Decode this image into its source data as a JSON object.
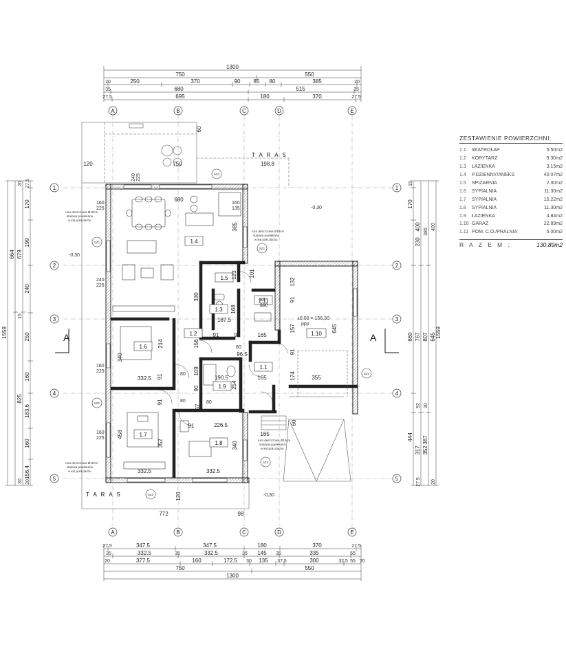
{
  "legend": {
    "title": "zestawienie powierzchni:",
    "rooms": [
      {
        "num": "1.1",
        "name": "wiatrołap",
        "area": "5.50m2"
      },
      {
        "num": "1.2",
        "name": "korytarz",
        "area": "9.30m2"
      },
      {
        "num": "1.3",
        "name": "łazienka",
        "area": "3.15m2"
      },
      {
        "num": "1.4",
        "name": "p.dzienny/aneks",
        "area": "40.07m2"
      },
      {
        "num": "1.5",
        "name": "spiżarnia",
        "area": "2.30m2"
      },
      {
        "num": "1.6",
        "name": "sypialnia",
        "area": "11.30m2"
      },
      {
        "num": "1.7",
        "name": "sypialnia",
        "area": "15.22m2"
      },
      {
        "num": "1.8",
        "name": "sypialnia",
        "area": "11.30m2"
      },
      {
        "num": "1.9",
        "name": "łazienka",
        "area": "4.84m2"
      },
      {
        "num": "1.10",
        "name": "garaż",
        "area": "22.89m2"
      },
      {
        "num": "1.11",
        "name": "pom. c.o./pralnia",
        "area": "5.00m2"
      }
    ],
    "total_label": "R A Z E M :",
    "total_value": "130.89m2"
  },
  "axes": {
    "columns": [
      "A",
      "B",
      "C",
      "D",
      "E"
    ],
    "rows": [
      "1",
      "2",
      "3",
      "4",
      "5"
    ]
  },
  "top_dims": {
    "row1": [
      "1300"
    ],
    "row2": [
      "750",
      "550"
    ],
    "row3": [
      "20",
      "250",
      "370",
      "90",
      "85",
      "80",
      "385",
      "20"
    ],
    "row4": [
      "35",
      "680",
      "515",
      "35"
    ],
    "row5": [
      "27.5",
      "695",
      "180",
      "370",
      "27.5"
    ]
  },
  "bottom_dims": {
    "row1": [
      "27.5",
      "347.5",
      "347.5",
      "180",
      "370",
      "27.5"
    ],
    "row2": [
      "35",
      "332.5",
      "35",
      "332.5",
      "35",
      "145",
      "35",
      "335",
      "55"
    ],
    "row3": [
      "20",
      "377.5",
      "160",
      "172.5",
      "30",
      "135",
      "37.5",
      "300",
      "32.5",
      "55",
      "20"
    ],
    "row4": [
      "750",
      "550"
    ],
    "row5": [
      "1300"
    ]
  },
  "left_dims": {
    "outer": [
      "1559"
    ],
    "col2": [
      "664",
      "679",
      "825"
    ],
    "col3": [
      "170",
      "199",
      "240",
      "250",
      "160",
      "183.6",
      "160",
      "156.4"
    ],
    "small": [
      "20",
      "15",
      "27.5",
      "30",
      "20"
    ]
  },
  "right_dims": {
    "outer": [
      "1559"
    ],
    "col2": [
      "400",
      "767",
      "807",
      "444",
      "352"
    ],
    "col3": [
      "170",
      "230",
      "660",
      "645",
      "317",
      "367"
    ],
    "small": [
      "385",
      "400",
      "15",
      "92",
      "30",
      "27.5",
      "20"
    ]
  },
  "rooms": [
    {
      "id": "1.1"
    },
    {
      "id": "1.2"
    },
    {
      "id": "1.3"
    },
    {
      "id": "1.4"
    },
    {
      "id": "1.5"
    },
    {
      "id": "1.6"
    },
    {
      "id": "1.7"
    },
    {
      "id": "1.8"
    },
    {
      "id": "1.9"
    },
    {
      "id": "1.10"
    },
    {
      "id": "1.11"
    }
  ],
  "labels": {
    "taras_top": "T A R A S",
    "taras_bottom": "T A R A S",
    "section": "A",
    "level_garage": "±0,00 = 156,30",
    "level_garage_sub": "ppp",
    "level_outside_1": "-0,30",
    "level_outside_2": "-0,30",
    "level_outside_3": "-0,30",
    "sz1": "SZ1",
    "downpipe_note_1": "rura deszczowa Ø10cm",
    "downpipe_note_2": "stalowa powlekana",
    "downpipe_note_3": "w kol.pokr.dachu"
  },
  "plan_dims": {
    "taras_width": "750",
    "taras_depth": "198.8",
    "living_width": "680",
    "dim_120": "120",
    "dim_240_225": "240",
    "dim_225": "225",
    "dim_160": "160",
    "dim_135": "135",
    "dim_385": "385",
    "dim_330": "330",
    "dim_168": "168",
    "dim_187_5": "187.5",
    "dim_91": "91",
    "dim_96_5": "96.5",
    "dim_156": "156",
    "dim_165": "165",
    "dim_340": "340",
    "dim_214": "214",
    "dim_332_5": "332.5",
    "dim_109": "109",
    "dim_190_5": "190.5",
    "dim_254": "254",
    "dim_226_5": "226.5",
    "dim_458": "458",
    "dim_352": "352",
    "dim_157": "157",
    "dim_174": "174",
    "dim_355": "355",
    "dim_645": "645",
    "dim_132": "132",
    "dim_772": "772",
    "dim_98": "98",
    "dim_60": "60",
    "dim_80": "80",
    "dim_200": "200",
    "dim_101": "101",
    "dim_123": "123",
    "dim_90": "90",
    "dim_67": "67"
  }
}
